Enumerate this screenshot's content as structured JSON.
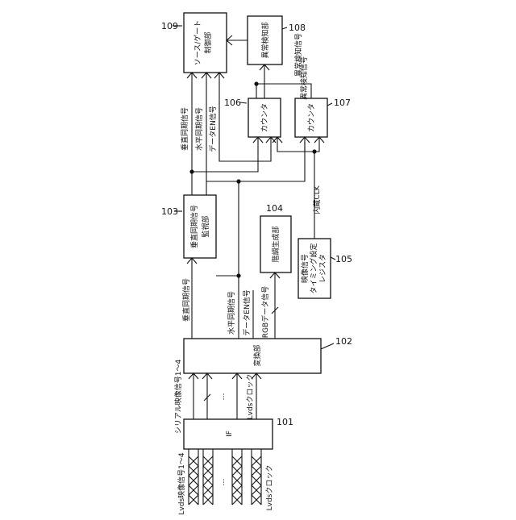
{
  "refs": {
    "r101": "101",
    "r102": "102",
    "r103": "103",
    "r104": "104",
    "r105": "105",
    "r106": "106",
    "r107": "107",
    "r108": "108",
    "r109": "109"
  },
  "blocks": {
    "if_label": "IF",
    "converter_label": "変換部",
    "vsync_monitor_l1": "垂直同期信号",
    "vsync_monitor_l2": "監視部",
    "gradation_label": "階調生成部",
    "register_l1": "映像信号",
    "register_l2": "タイミング設定",
    "register_l3": "レジスタ",
    "counter_a_label": "カウンタ",
    "counter_b_label": "カウンタ",
    "anomaly_label": "異常検知部",
    "source_gate_l1": "ソース/ゲート",
    "source_gate_l2": "制御部"
  },
  "signals": {
    "lvds_video": "Lvds映像信号1〜4",
    "serial_video": "シリアル映像信号1〜4",
    "lvds_clock_in": "Lvdsクロック",
    "lvds_clock_out": "Lvdsクロック",
    "ellipsis_in": "…",
    "ellipsis_out": "…",
    "vsync_a": "垂直同期信号",
    "hsync_a": "水平同期信号",
    "data_en_a": "データEN信号",
    "rgb_data": "RGBデータ信号",
    "vsync_b": "垂直同期信号",
    "hsync_b": "水平同期信号",
    "data_en_b": "データEN信号",
    "internal_clk": "内蔵CLK",
    "anomaly_signal_a": "異常検知信号",
    "anomaly_signal_b": "異常検知信号"
  }
}
